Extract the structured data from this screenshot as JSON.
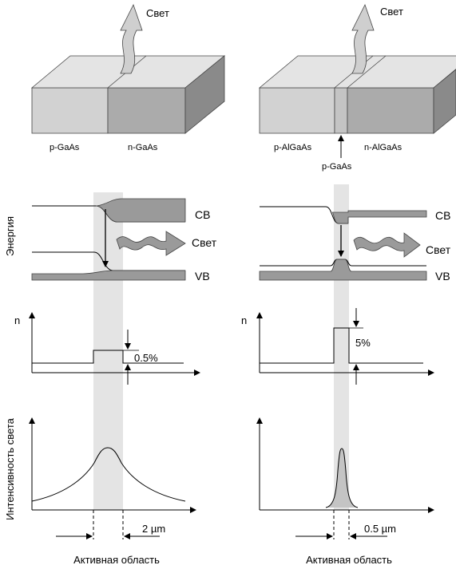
{
  "light_label": "Свет",
  "left": {
    "p_label": "p-GaAs",
    "n_label": "n-GaAs",
    "cb_label": "CB",
    "vb_label": "VB",
    "light_label": "Свет",
    "n_axis": "n",
    "delta_n": "0.5%",
    "width_label": "2 µm",
    "active_label": "Активная область"
  },
  "right": {
    "p_label": "p-AlGaAs",
    "mid_label": "p-GaAs",
    "n_label": "n-AlGaAs",
    "cb_label": "CB",
    "vb_label": "VB",
    "light_label": "Свет",
    "n_axis": "n",
    "delta_n": "5%",
    "width_label": "0.5 µm",
    "active_label": "Активная область"
  },
  "energy_axis": "Энергия",
  "intensity_axis": "Интенсивность света",
  "colors": {
    "block_light": "#d0d0d0",
    "block_dark": "#a8a8a8",
    "block_top": "#e2e2e2",
    "band_fill": "#9a9a9a",
    "active_region": "#e4e4e4"
  }
}
